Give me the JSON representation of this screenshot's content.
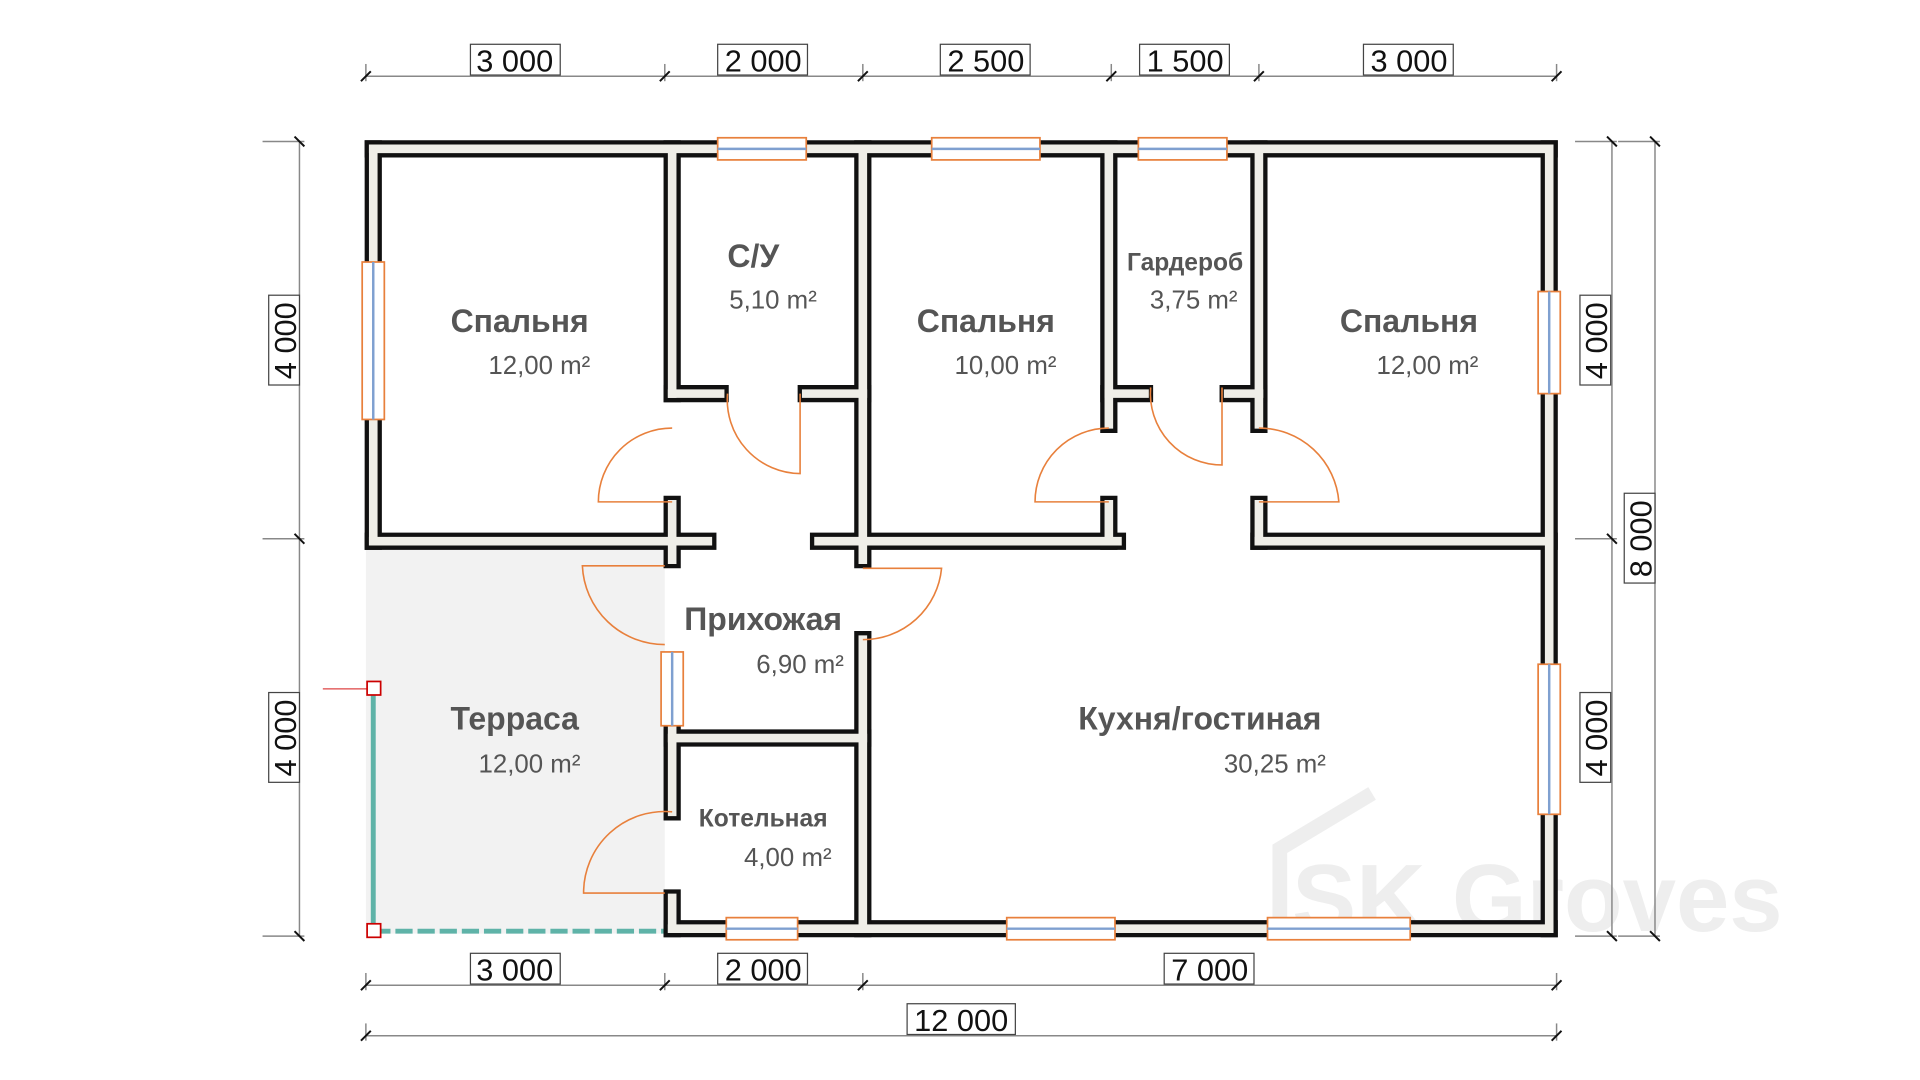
{
  "dimensions": {
    "top": [
      "3 000",
      "2 000",
      "2 500",
      "1 500",
      "3 000"
    ],
    "bottom": [
      "3 000",
      "2 000",
      "7 000"
    ],
    "total_width": "12 000",
    "left": [
      "4 000",
      "4 000"
    ],
    "right": [
      "4 000",
      "4 000"
    ],
    "total_depth": "8 000"
  },
  "rooms": [
    {
      "name": "Спальня",
      "area": "12,00 m²"
    },
    {
      "name": "С/У",
      "area": "5,10 m²"
    },
    {
      "name": "Спальня",
      "area": "10,00 m²"
    },
    {
      "name": "Гардероб",
      "area": "3,75 m²"
    },
    {
      "name": "Спальня",
      "area": "12,00 m²"
    },
    {
      "name": "Прихожая",
      "area": "6,90 m²"
    },
    {
      "name": "Терраса",
      "area": "12,00 m²"
    },
    {
      "name": "Котельная",
      "area": "4,00 m²"
    },
    {
      "name": "Кухня/гостиная",
      "area": "30,25 m²"
    }
  ],
  "watermark": "SK Groves",
  "colors": {
    "wall": "#111111",
    "wall_fill": "#efeee8",
    "window": "#e8803c",
    "terrace": "#f2f2f2",
    "railing": "#5fb3a8"
  }
}
